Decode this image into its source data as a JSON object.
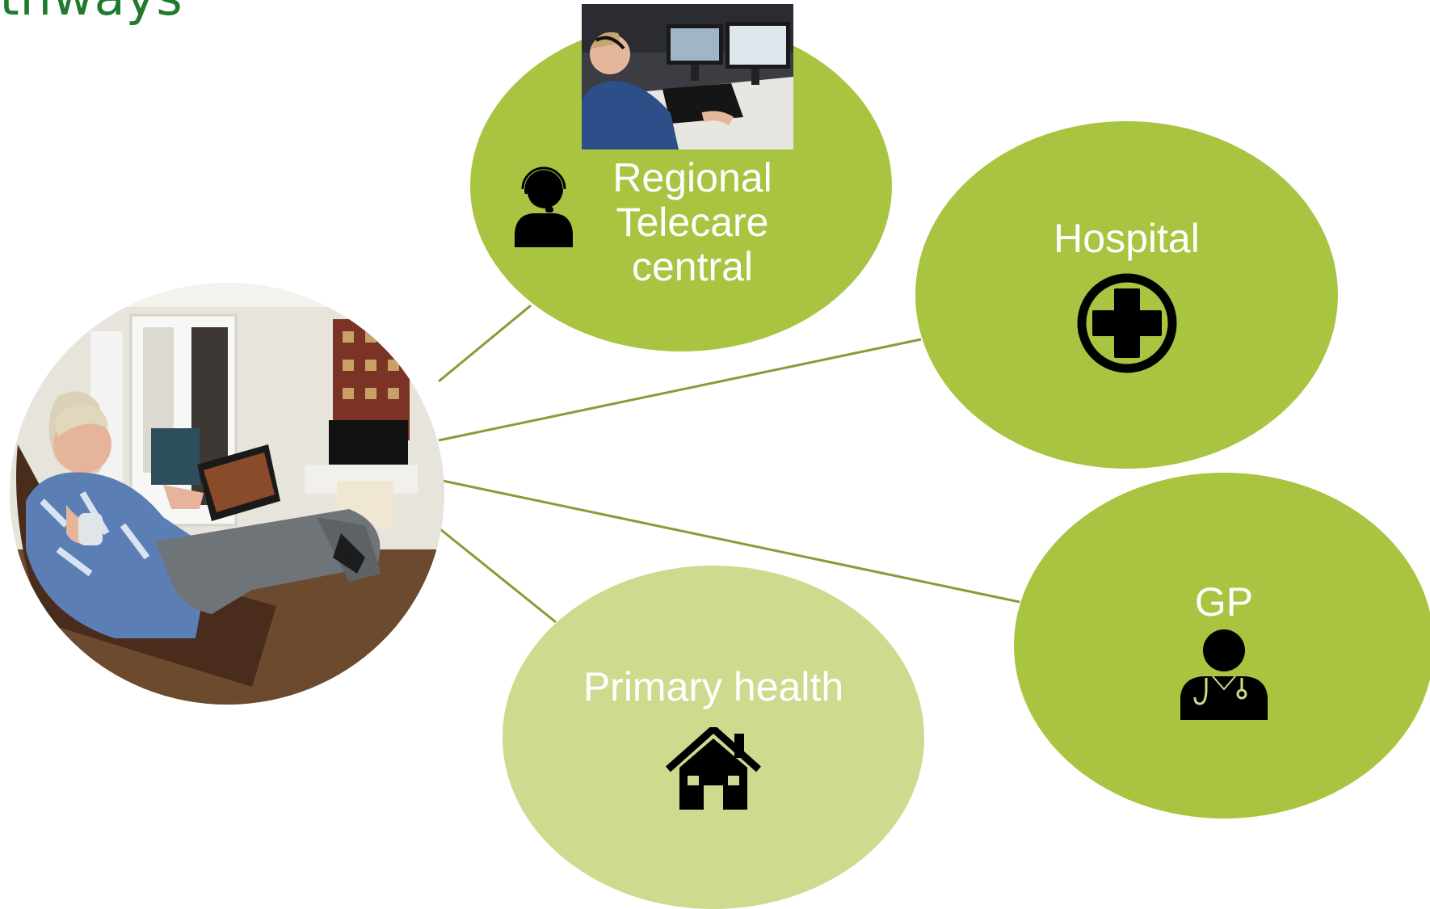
{
  "title": "pathways",
  "colors": {
    "title": "#1f7a2e",
    "node": "#a8c440",
    "node_light": "#ccdb8d",
    "connector": "#8a9a35",
    "icon": "#000000"
  },
  "patient": {
    "photo": "elderly-woman-using-tablet-photo"
  },
  "nodes": {
    "telecare": {
      "label_lines": [
        "Regional",
        "Telecare",
        "central"
      ],
      "icon": "call-center-agent-icon",
      "photo": "telecare-operator-photo"
    },
    "hospital": {
      "label": "Hospital",
      "icon": "hospital-cross-icon"
    },
    "gp": {
      "label": "GP",
      "icon": "doctor-icon"
    },
    "primary": {
      "label": "Primary health",
      "icon": "house-icon"
    }
  }
}
